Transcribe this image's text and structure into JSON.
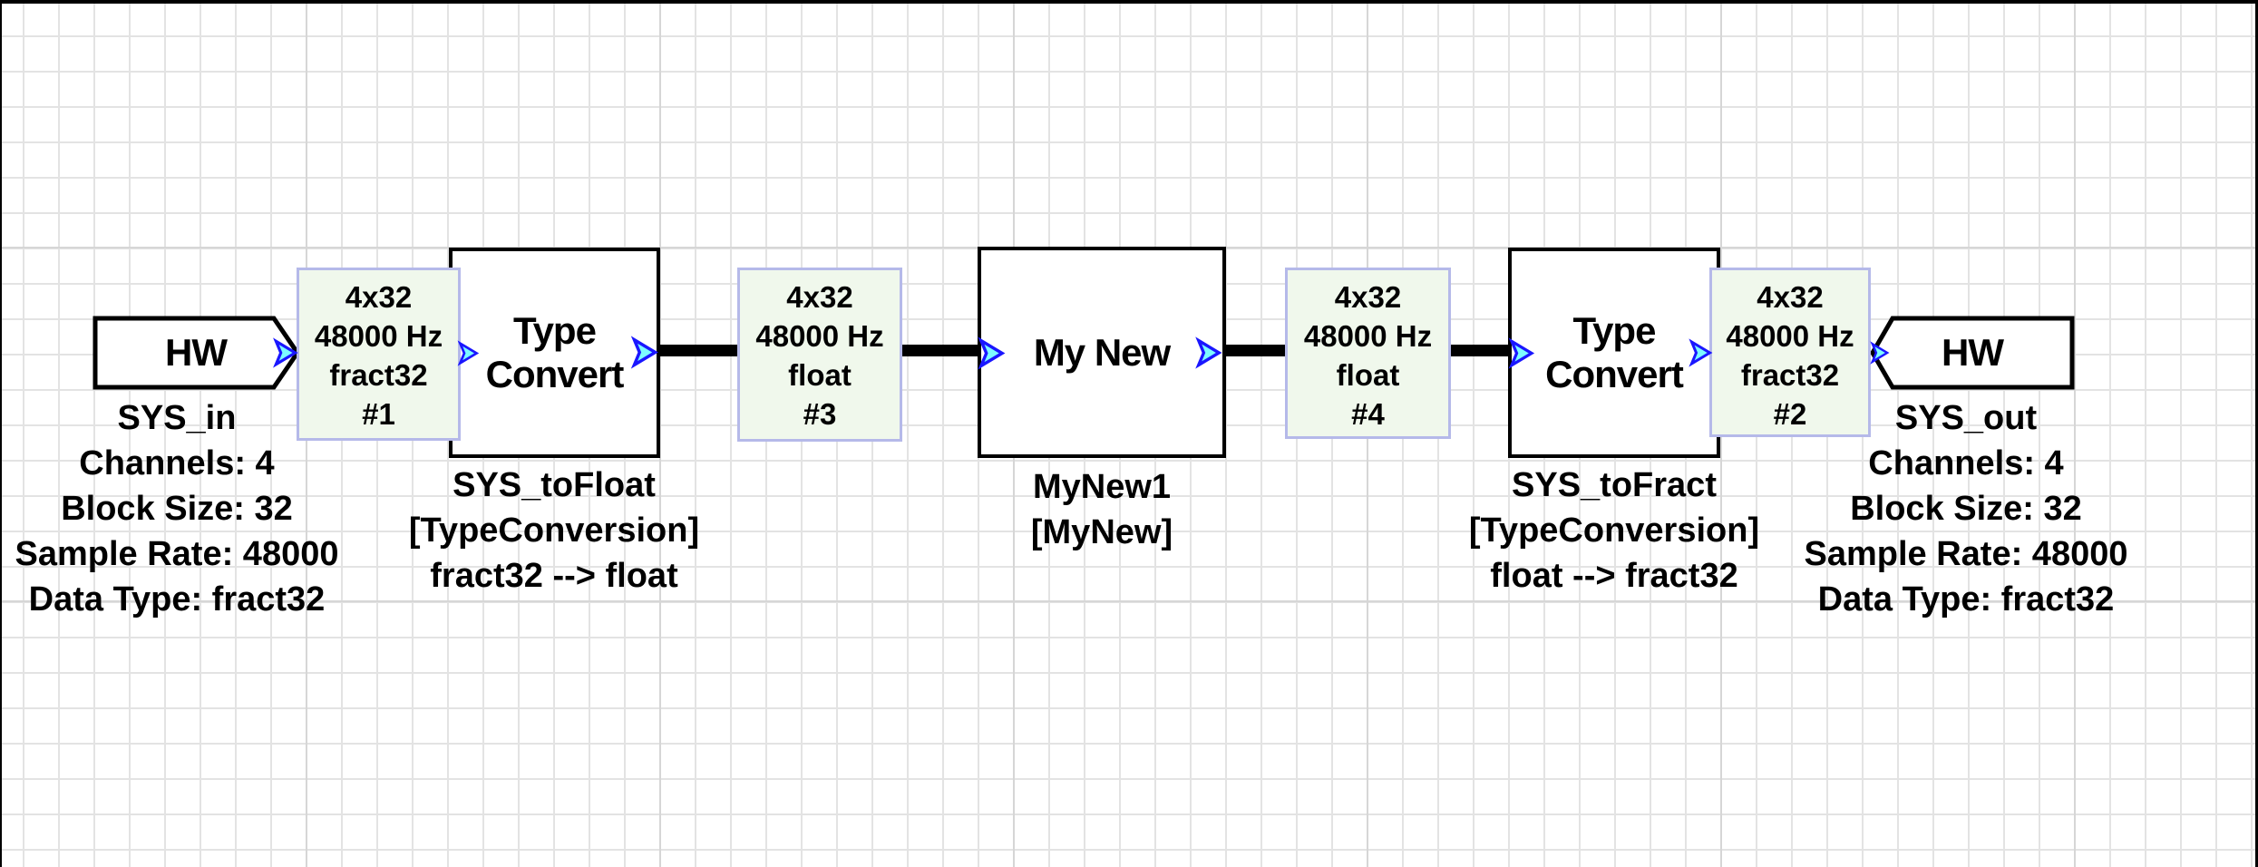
{
  "colors": {
    "canvas-bg": "#ffffff",
    "grid-minor": "#e3e3e3",
    "grid-major": "#d6d6d6",
    "frame-border": "#000000",
    "block-border": "#000000",
    "block-bg": "#ffffff",
    "wire": "#000000",
    "wire-label-bg": "#f0f8ec",
    "wire-label-border": "#b5b9e9",
    "pin-fill": "#7dfcff",
    "pin-stroke": "#1a16ff",
    "text": "#000000"
  },
  "blocks": [
    {
      "id": "SYS_in",
      "kind": "hw-input",
      "label": "HW",
      "caption": [
        "SYS_in",
        "Channels: 4",
        "Block Size: 32",
        "Sample Rate: 48000",
        "Data Type: fract32"
      ]
    },
    {
      "id": "SYS_toFloat",
      "kind": "type-convert",
      "label": "Type\nConvert",
      "caption": [
        "SYS_toFloat",
        "[TypeConversion]",
        "fract32 --> float"
      ]
    },
    {
      "id": "MyNew1",
      "kind": "module",
      "label": "My New",
      "caption": [
        "MyNew1",
        "[MyNew]"
      ]
    },
    {
      "id": "SYS_toFract",
      "kind": "type-convert",
      "label": "Type\nConvert",
      "caption": [
        "SYS_toFract",
        "[TypeConversion]",
        "float --> fract32"
      ]
    },
    {
      "id": "SYS_out",
      "kind": "hw-output",
      "label": "HW",
      "caption": [
        "SYS_out",
        "Channels: 4",
        "Block Size: 32",
        "Sample Rate: 48000",
        "Data Type: fract32"
      ]
    }
  ],
  "wire_labels": [
    {
      "id": "wire-1",
      "lines": [
        "4x32",
        "48000 Hz",
        "fract32",
        "#1"
      ]
    },
    {
      "id": "wire-3",
      "lines": [
        "4x32",
        "48000 Hz",
        "float",
        "#3"
      ]
    },
    {
      "id": "wire-4",
      "lines": [
        "4x32",
        "48000 Hz",
        "float",
        "#4"
      ]
    },
    {
      "id": "wire-2",
      "lines": [
        "4x32",
        "48000 Hz",
        "fract32",
        "#2"
      ]
    }
  ]
}
